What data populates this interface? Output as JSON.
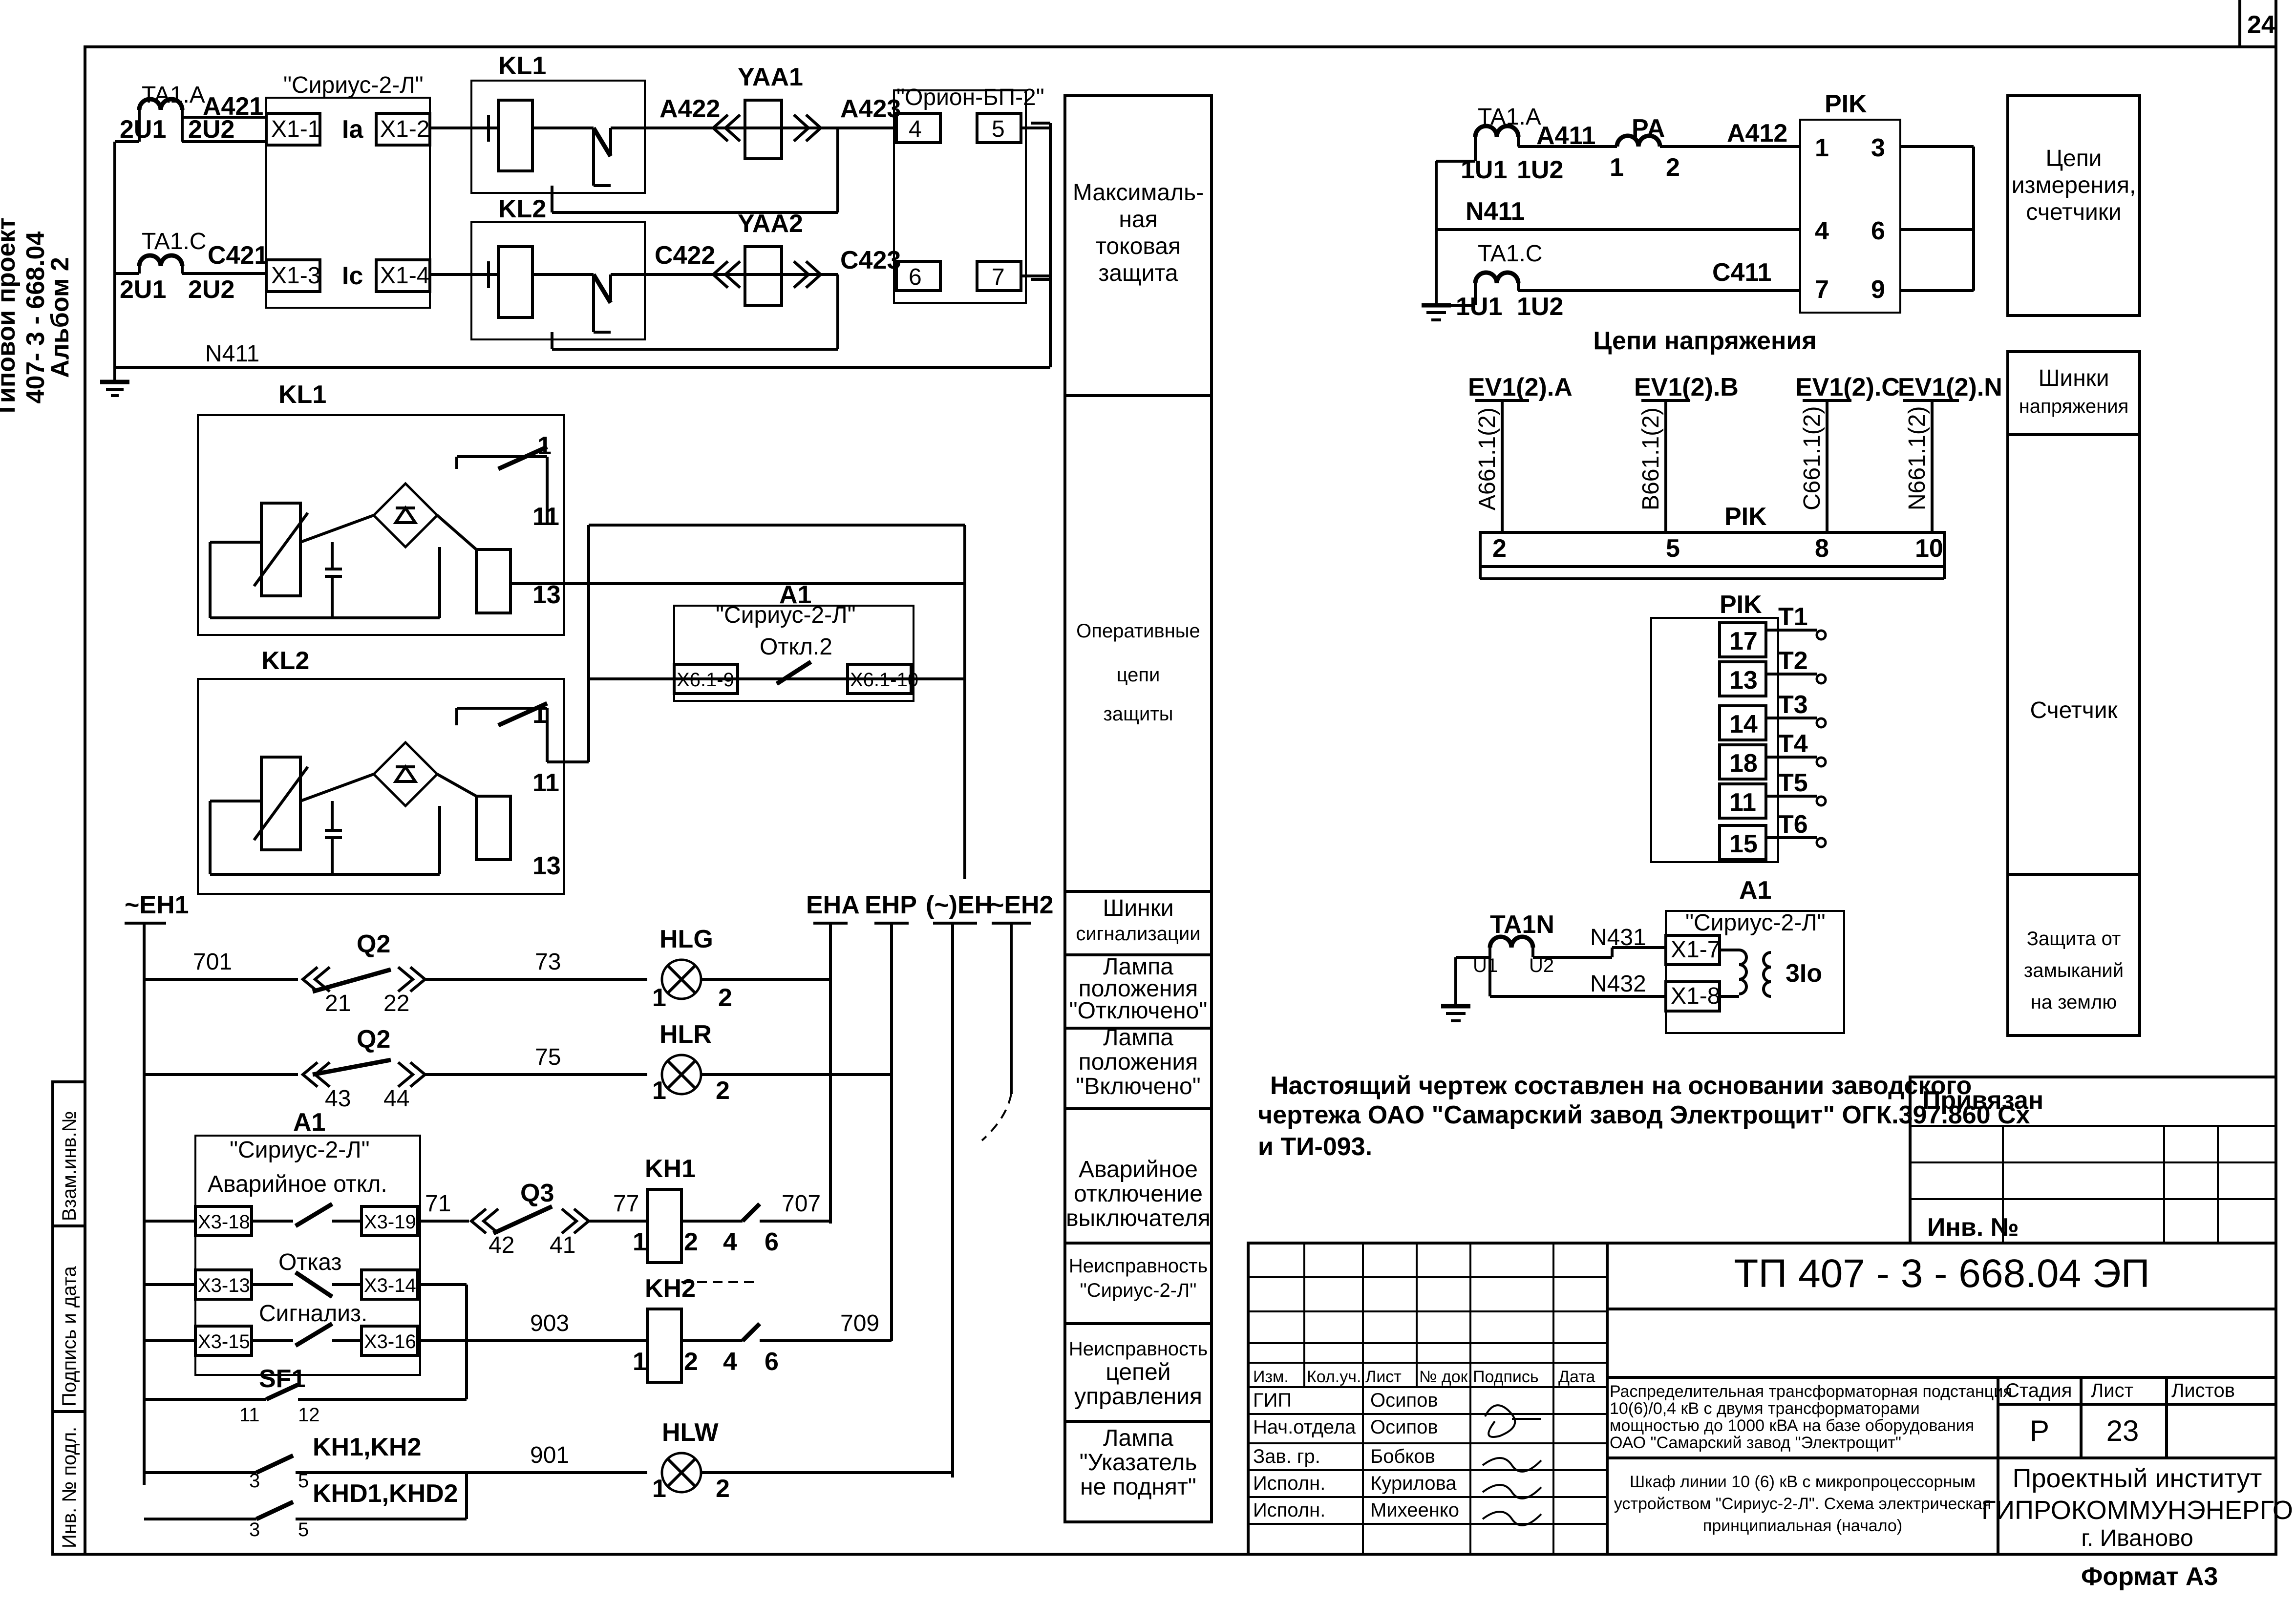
{
  "page_num": "24",
  "side_title": [
    "Типовой проект",
    "407- 3 - 668.04",
    "Альбом 2"
  ],
  "left_margin": [
    "Взам.инв.№",
    "Подпись и дата",
    "Инв. № подл."
  ],
  "format": "Формат А3",
  "note": [
    "Настоящий чертеж составлен на основании заводского",
    "чертежа ОАО \"Самарский завод Электрощит\" ОГК.397.860 Сх",
    "и ТИ-093."
  ],
  "functions": [
    "Максималь-",
    "ная",
    "токовая",
    "защита",
    "Оперативные",
    "цепи",
    "защиты",
    "Шинки",
    "сигнализации",
    "Лампа",
    "положения",
    "\"Отключено\"",
    "Лампа",
    "положения",
    "\"Включено\"",
    "Аварийное",
    "отключение",
    "выключателя",
    "Неисправность",
    "\"Сириус-2-Л\"",
    "Неисправность",
    "цепей",
    "управления",
    "Лампа",
    "\"Указатель",
    "не поднят\"",
    "Цепи",
    "измерения,",
    "счетчики",
    "Шинки",
    "напряжения",
    "Счетчик",
    "Защита от",
    "замыканий",
    "на землю"
  ],
  "labels": {
    "ta1a": "TA1.A",
    "ta1c": "TA1.C",
    "ta1n": "TA1N",
    "a421": "A421",
    "c421": "C421",
    "a422": "A422",
    "a423": "A423",
    "c422": "C422",
    "c423": "C423",
    "n411": "N411",
    "n431": "N431",
    "n432": "N432",
    "a411": "A411",
    "a412": "A412",
    "c411": "C411",
    "u21": "2U1",
    "u22": "2U2",
    "u11": "1U1",
    "u12": "1U2",
    "u1": "U1",
    "u2": "U2",
    "sirius": "\"Сириус-2-Л\"",
    "orion": "\"Орион-БП-2\"",
    "x11": "X1-1",
    "x12": "X1-2",
    "x13": "X1-3",
    "x14": "X1-4",
    "x17": "X1-7",
    "x18": "X1-8",
    "ia": "Ia",
    "ic": "Ic",
    "i3o": "3Io",
    "kl1": "KL1",
    "kl2": "KL2",
    "yaa1": "YAA1",
    "yaa2": "YAA2",
    "a1": "A1",
    "otkl2": "Откл.2",
    "x619": "X6.1-9",
    "x6110": "X6.1-10",
    "pa": "PA",
    "pik": "PIK",
    "volt_title": "Цепи напряжения",
    "eva": "EV1(2).A",
    "evb": "EV1(2).B",
    "evc": "EV1(2).C",
    "evn": "EV1(2).N",
    "a661": "A661.1(2)",
    "b661": "B661.1(2)",
    "c661": "C661.1(2)",
    "n661": "N661.1(2)",
    "eh1": "~EH1",
    "eha": "EHA",
    "ehp": "EHP",
    "ehm": "(~)EH",
    "eh2": "~EH2",
    "q2": "Q2",
    "q3": "Q3",
    "hlg": "HLG",
    "hlr": "HLR",
    "hlw": "HLW",
    "kh1": "KH1",
    "kh2": "KH2",
    "sf1": "SF1",
    "kh1kh2": "KH1,KH2",
    "khd": "KHD1,KHD2",
    "avar": "Аварийное откл.",
    "otkaz": "Отказ",
    "signaliz": "Сигнализ.",
    "x318": "X3-18",
    "x319": "X3-19",
    "x313": "X3-13",
    "x314": "X3-14",
    "x315": "X3-15",
    "x316": "X3-16"
  },
  "title_block": {
    "privyazan": "Привязан",
    "inv": "Инв. №",
    "code": "ТП 407 - 3 - 668.04 ЭП",
    "heads": [
      "Изм.",
      "Кол.уч.",
      "Лист",
      "№ док.",
      "Подпись",
      "Дата"
    ],
    "roles": [
      "ГИП",
      "Нач.отдела",
      "Зав. гр.",
      "Исполн.",
      "Исполн."
    ],
    "names": [
      "Осипов",
      "Осипов",
      "Бобков",
      "Курилова",
      "Михеенко"
    ],
    "desc1": [
      "Распределительная трансформаторная подстанция",
      "10(6)/0,4 кВ с двумя трансформаторами",
      "мощностью до 1000 кВА на базе оборудования",
      "ОАО \"Самарский завод \"Электрощит\""
    ],
    "desc2": [
      "Шкаф линии 10 (6) кВ с микропроцессорным",
      "устройством \"Сириус-2-Л\". Схема электрическая",
      "принципиальная (начало)"
    ],
    "stage_h": "Стадия",
    "sheet_h": "Лист",
    "sheets_h": "Листов",
    "stage": "Р",
    "sheet": "23",
    "org1": "Проектный институт",
    "org2": "ГИПРОКОММУНЭНЕРГО",
    "org3": "г. Иваново"
  }
}
